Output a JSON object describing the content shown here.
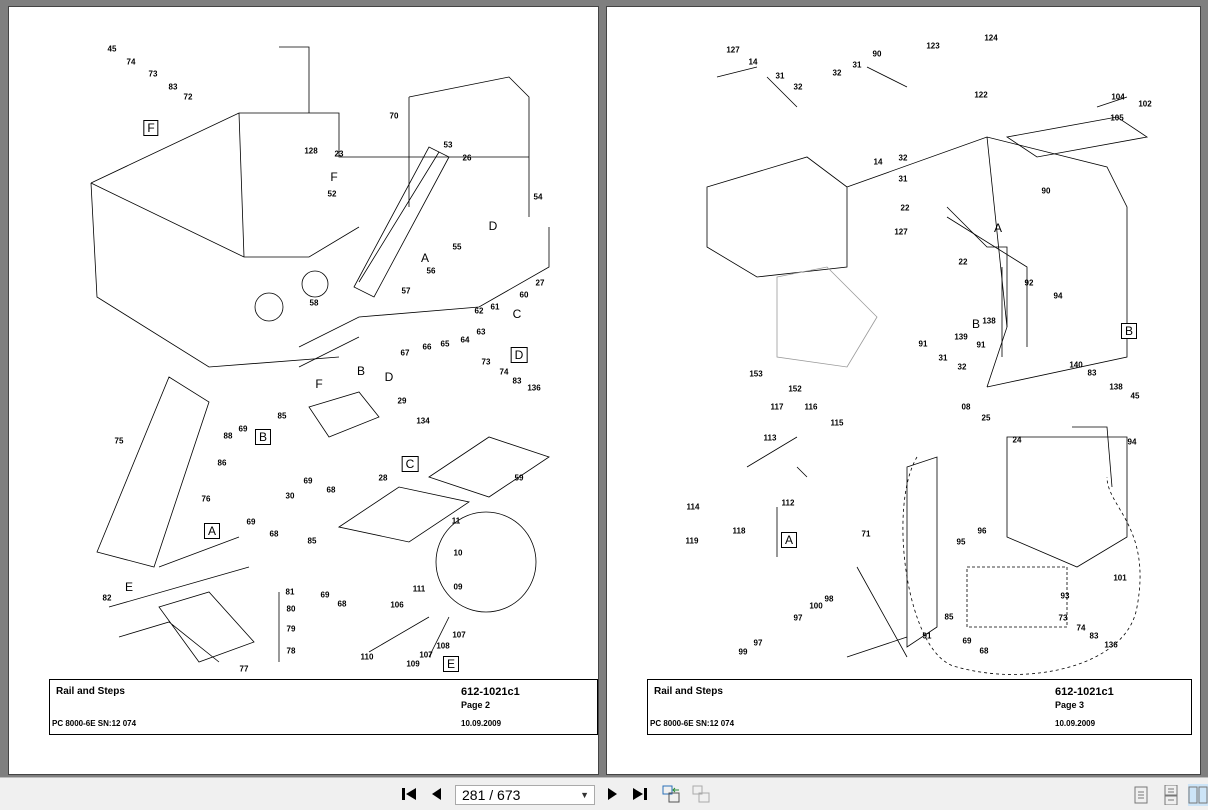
{
  "pages": [
    {
      "title": "Rail and Steps",
      "doc_number": "612-1021c1",
      "page_label": "Page 2",
      "model": "PC 8000-6E SN:12 074",
      "date": "10.09.2009",
      "callouts": [
        "45",
        "74",
        "73",
        "83",
        "72",
        "F",
        "128",
        "23",
        "70",
        "53",
        "26",
        "F",
        "52",
        "D",
        "54",
        "A",
        "55",
        "56",
        "27",
        "60",
        "57",
        "61",
        "62",
        "C",
        "58",
        "63",
        "64",
        "65",
        "66",
        "67",
        "D",
        "B",
        "D",
        "F",
        "73",
        "74",
        "83",
        "136",
        "134",
        "29",
        "85",
        "B",
        "88",
        "69",
        "75",
        "86",
        "30",
        "69",
        "68",
        "76",
        "69",
        "68",
        "C",
        "28",
        "59",
        "A",
        "11",
        "85",
        "10",
        "09",
        "E",
        "82",
        "81",
        "80",
        "69",
        "68",
        "111",
        "106",
        "79",
        "78",
        "107",
        "108",
        "107",
        "110",
        "109",
        "E",
        "77"
      ]
    },
    {
      "title": "Rail and Steps",
      "doc_number": "612-1021c1",
      "page_label": "Page 3",
      "model": "PC 8000-6E SN:12 074",
      "date": "10.09.2009",
      "callouts": [
        "127",
        "14",
        "31",
        "32",
        "90",
        "31",
        "32",
        "123",
        "124",
        "122",
        "104",
        "102",
        "105",
        "32",
        "14",
        "31",
        "90",
        "22",
        "127",
        "22",
        "A",
        "92",
        "94",
        "B",
        "139",
        "138",
        "91",
        "B",
        "91",
        "31",
        "32",
        "140",
        "83",
        "138",
        "45",
        "153",
        "152",
        "117",
        "116",
        "115",
        "113",
        "08",
        "25",
        "24",
        "94",
        "112",
        "114",
        "118",
        "119",
        "A",
        "71",
        "96",
        "95",
        "101",
        "93",
        "98",
        "100",
        "97",
        "85",
        "73",
        "74",
        "83",
        "136",
        "97",
        "99",
        "69",
        "68",
        "91"
      ]
    }
  ],
  "toolbar": {
    "page_indicator": "281 / 673",
    "icons": [
      "first-page-icon",
      "previous-page-icon",
      "next-page-icon",
      "last-page-icon",
      "previous-view-icon",
      "next-view-icon",
      "single-page-icon",
      "continuous-page-icon",
      "two-page-icon"
    ]
  }
}
